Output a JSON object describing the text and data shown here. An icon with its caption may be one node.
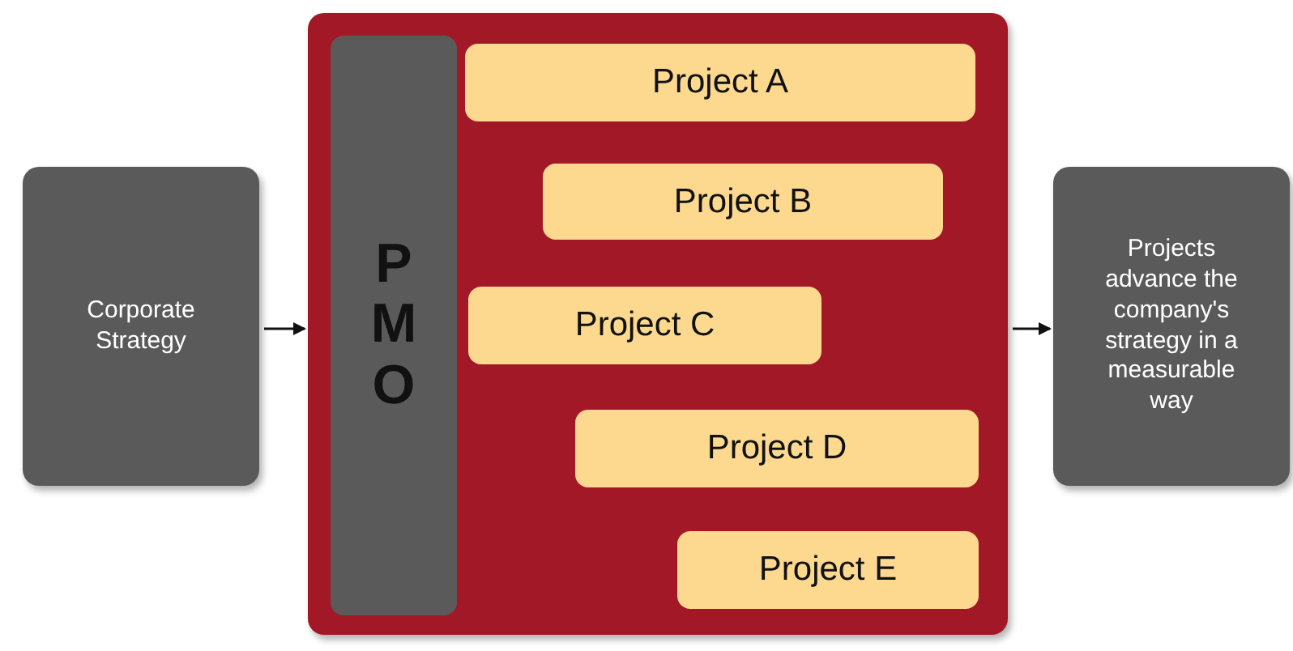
{
  "diagram": {
    "nodes": [
      {
        "text": [
          "Corporate Strategy"
        ]
      },
      {
        "text": [],
        "shape": "box"
      },
      {
        "text": [
          "PMO"
        ],
        "in": 1
      },
      {
        "text": [
          "Project A"
        ],
        "in": 1
      },
      {
        "text": [
          "Project B"
        ],
        "in": 1
      },
      {
        "text": [
          "Project C"
        ],
        "in": 1
      },
      {
        "text": [
          "Project D"
        ],
        "in": 1
      },
      {
        "text": [
          "Project E"
        ],
        "in": 1
      },
      {
        "text": [
          "Projects advance the company's strategy in a measurable way"
        ]
      }
    ],
    "edges": [
      {
        "from": 0,
        "to": 1,
        "arrow": "to"
      },
      {
        "from": 1,
        "to": 8,
        "arrow": "to"
      }
    ]
  }
}
